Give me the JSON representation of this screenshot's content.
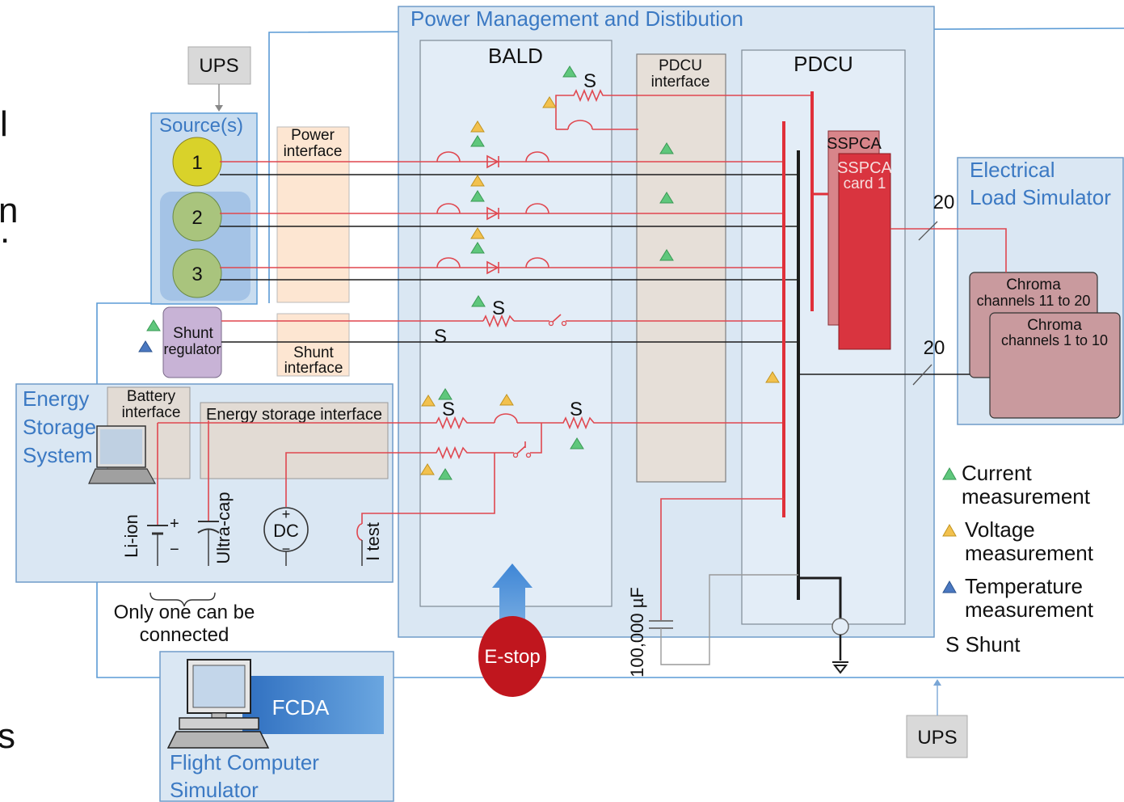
{
  "edge_fragments": [
    "l",
    "n",
    ".",
    "s"
  ],
  "power_management": {
    "title": "Power Management and Distibution"
  },
  "ups": {
    "top": "UPS",
    "bottom": "UPS"
  },
  "sources": {
    "title": "Source(s)",
    "items": [
      "1",
      "2",
      "3"
    ]
  },
  "power_interface": {
    "line1": "Power",
    "line2": "interface"
  },
  "bald": {
    "title": "BALD"
  },
  "pdcu_interface": {
    "line1": "PDCU",
    "line2": "interface"
  },
  "pdcu": {
    "title": "PDCU"
  },
  "sspca": {
    "back_label": "SSPCA",
    "front_line1": "SSPCA",
    "front_line2": "card 1"
  },
  "load_simulator": {
    "line1": "Electrical",
    "line2": "Load Simulator",
    "chroma_upper": {
      "line1": "Chroma",
      "line2": "channels 11 to 20"
    },
    "chroma_lower": {
      "line1": "Chroma",
      "line2": "channels 1 to 10"
    },
    "channel_count_upper": "20",
    "channel_count_lower": "20"
  },
  "shunt_regulator": {
    "line1": "Shunt",
    "line2": "regulator"
  },
  "shunt_interface": {
    "line1": "Shunt",
    "line2": "interface"
  },
  "shunt_markers": [
    "S",
    "S",
    "S",
    "S",
    "S"
  ],
  "energy_storage": {
    "line1": "Energy",
    "line2": "Storage",
    "line3": "System",
    "battery_interface": {
      "line1": "Battery",
      "line2": "interface"
    },
    "storage_interface": "Energy storage interface",
    "li_ion": "Li-ion",
    "ultra_cap": "Ultra-cap",
    "dc": "DC",
    "plus": "+",
    "minus": "−",
    "i_test": "I test"
  },
  "note": {
    "line1": "Only one can be",
    "line2": "connected"
  },
  "capacitor": "100,000 µF",
  "estop": "E-stop",
  "flight_computer": {
    "fcda": "FCDA",
    "line1": "Flight Computer",
    "line2": "Simulator"
  },
  "legend": {
    "current": {
      "line1": "Current",
      "line2": "measurement"
    },
    "voltage": {
      "line1": "Voltage",
      "line2": "measurement"
    },
    "temperature": {
      "line1": "Temperature",
      "line2": "measurement"
    },
    "shunt": "S Shunt"
  },
  "colors": {
    "red_bus": "#e0474f",
    "black_bus": "#1c1c1c",
    "current_marker": "#5fc77c",
    "voltage_marker": "#f2c14e",
    "temperature_marker": "#4a78c0",
    "title_blue": "#3b79c3",
    "estop": "#c0161e",
    "sspca": "#d9343f"
  }
}
